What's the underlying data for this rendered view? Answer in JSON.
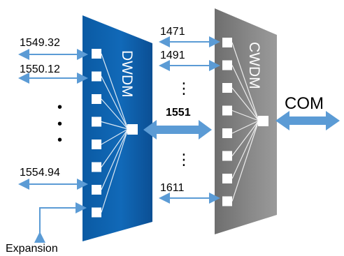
{
  "colors": {
    "dwdm_blue": "#0b5faa",
    "cwdm_gray": "#7f7f7f",
    "arrow_blue": "#5b9bd5",
    "port_white": "#ffffff",
    "text": "#000000"
  },
  "dwdm": {
    "label": "DWDM",
    "input_labels": [
      "1549.32",
      "1550.12",
      "1554.94"
    ],
    "expansion_label": "Expansion",
    "port_count": 8
  },
  "cwdm": {
    "label": "CWDM",
    "input_labels": [
      "1471",
      "1491",
      "1611"
    ],
    "port_count": 8
  },
  "link_label": "1551",
  "com_label": "COM",
  "dwdm_ellipsis": "•",
  "cwdm_ellipsis": "⋮"
}
